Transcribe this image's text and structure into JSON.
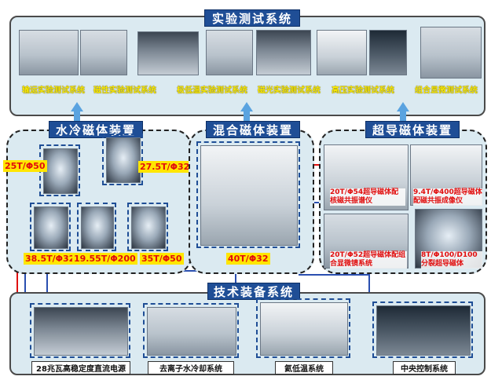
{
  "titles": {
    "top": "实验测试系统",
    "water": "水冷磁体装置",
    "hybrid": "混合磁体装置",
    "super": "超导磁体装置",
    "tech": "技术装备系统"
  },
  "test_systems": [
    "输运实验测试系统",
    "磁性实验测试系统",
    "极低温实验测试系统",
    "磁光实验测试系统",
    "高压实验测试系统",
    "组合显微测试系统"
  ],
  "water_magnets": {
    "m1": "25T/Φ50",
    "m2": "27.5T/Φ32",
    "m3": "38.5T/Φ32",
    "m4": "19.55T/Φ200",
    "m5": "35T/Φ50"
  },
  "hybrid_magnet": "40T/Φ32",
  "super_magnets": {
    "s1": "20T/Φ54超导磁体配核磁共振谱仪",
    "s2": "9.4T/Φ400超导磁体配磁共振成像仪",
    "s3": "20T/Φ52超导磁体配组合显微镜系统",
    "s4": "8T/Φ100/D100分裂超导磁体"
  },
  "tech_systems": [
    "28兆瓦高稳定度直流电源",
    "去离子水冷却系统",
    "氦低温系统",
    "中央控制系统"
  ],
  "colors": {
    "title_bg": "#1f4e96",
    "panel_bg": "#dbeaf1",
    "label_yellow": "#ffee00",
    "label_red": "#e10d0d",
    "line_red": "#e01010",
    "line_blue": "#2a4fb0",
    "arrow": "#5aa3e0"
  }
}
